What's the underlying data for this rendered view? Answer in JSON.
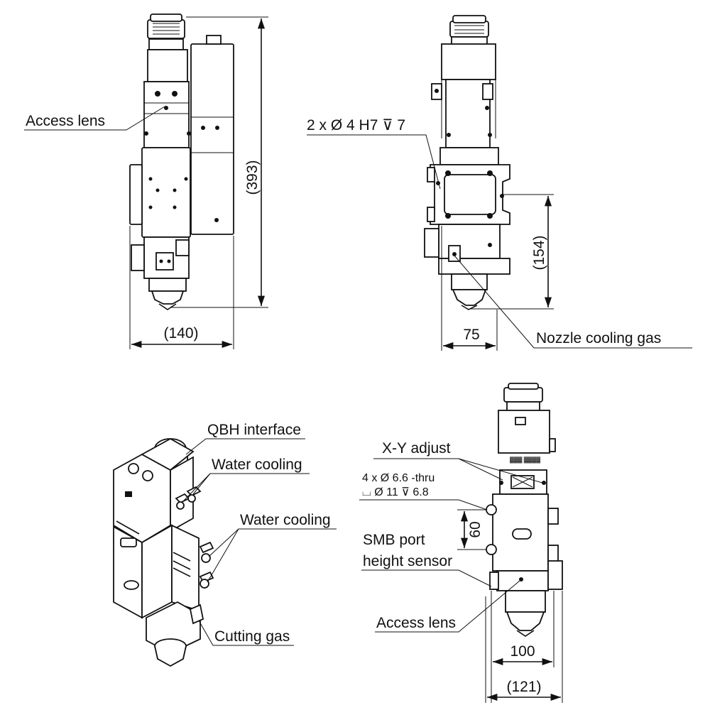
{
  "views": {
    "front": {
      "label_access_lens": "Access lens",
      "dim_height": "(393)",
      "dim_width": "(140)"
    },
    "side": {
      "label_hole_spec": "2 x Ø 4  H7 ⊽ 7",
      "dim_height": "(154)",
      "dim_width": "75",
      "label_nozzle_cooling": "Nozzle cooling gas"
    },
    "iso": {
      "label_qbh": "QBH interface",
      "label_water_cooling_1": "Water cooling",
      "label_water_cooling_2": "Water cooling",
      "label_cutting_gas": "Cutting gas"
    },
    "rear": {
      "label_xy_adjust": "X-Y adjust",
      "label_thru": "4 x Ø 6.6 -thru",
      "label_counterbore": "⌴ Ø  11 ⊽ 6.8",
      "label_smb_port": "SMB port",
      "label_height_sensor": "height sensor",
      "label_access_lens": "Access lens",
      "dim_spacing": "60",
      "dim_width_inner": "100",
      "dim_width_outer": "(121)"
    }
  },
  "icons": [
    "dimension-arrow",
    "leader-line",
    "mounting-hole"
  ]
}
